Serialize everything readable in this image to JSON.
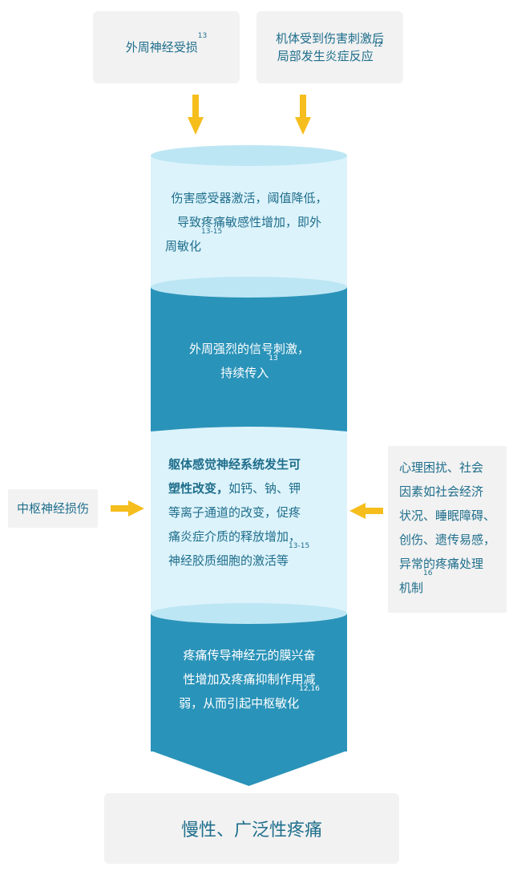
{
  "top_causes": [
    {
      "text": "外周神经受损",
      "ref": "13"
    },
    {
      "text_line1": "机体受到伤害刺激后",
      "text_line2": "局部发生炎症反应",
      "ref": "12"
    }
  ],
  "stages": [
    {
      "lines": [
        "伤害感受器激活，阈值降低，",
        "导致疼痛敏感性增加，即外",
        "周敏化"
      ],
      "ref": "13-15"
    },
    {
      "lines": [
        "外周强烈的信号刺激，",
        "持续传入"
      ],
      "ref": "13"
    },
    {
      "bold_line1": "躯体感觉神经系统发生可",
      "bold_line2": "塑性改变，",
      "rest_line2": "如钙、钠、钾",
      "lines": [
        "等离子通道的改变，促疼",
        "痛炎症介质的释放增加，",
        "神经胶质细胞的激活等"
      ],
      "ref": "13-15"
    },
    {
      "lines": [
        "疼痛传导神经元的膜兴奋",
        "性增加及疼痛抑制作用减",
        "弱，从而引起中枢敏化"
      ],
      "ref": "12,16"
    }
  ],
  "left_factor": {
    "text": "中枢神经损伤"
  },
  "right_factor": {
    "lines": [
      "心理困扰、社会",
      "因素如社会经济",
      "状况、睡眠障碍、",
      "创伤、遗传易感，",
      "异常的疼痛处理",
      "机制"
    ],
    "ref": "16"
  },
  "result": {
    "text": "慢性、广泛性疼痛"
  },
  "colors": {
    "light_blue": "#dcf3fb",
    "light_blue_edge": "#bde6f4",
    "dark_blue": "#2a93b9",
    "arrow_yellow": "#f5be1c",
    "text_blue": "#1f6e8c",
    "gray_box": "#f2f2f2"
  }
}
